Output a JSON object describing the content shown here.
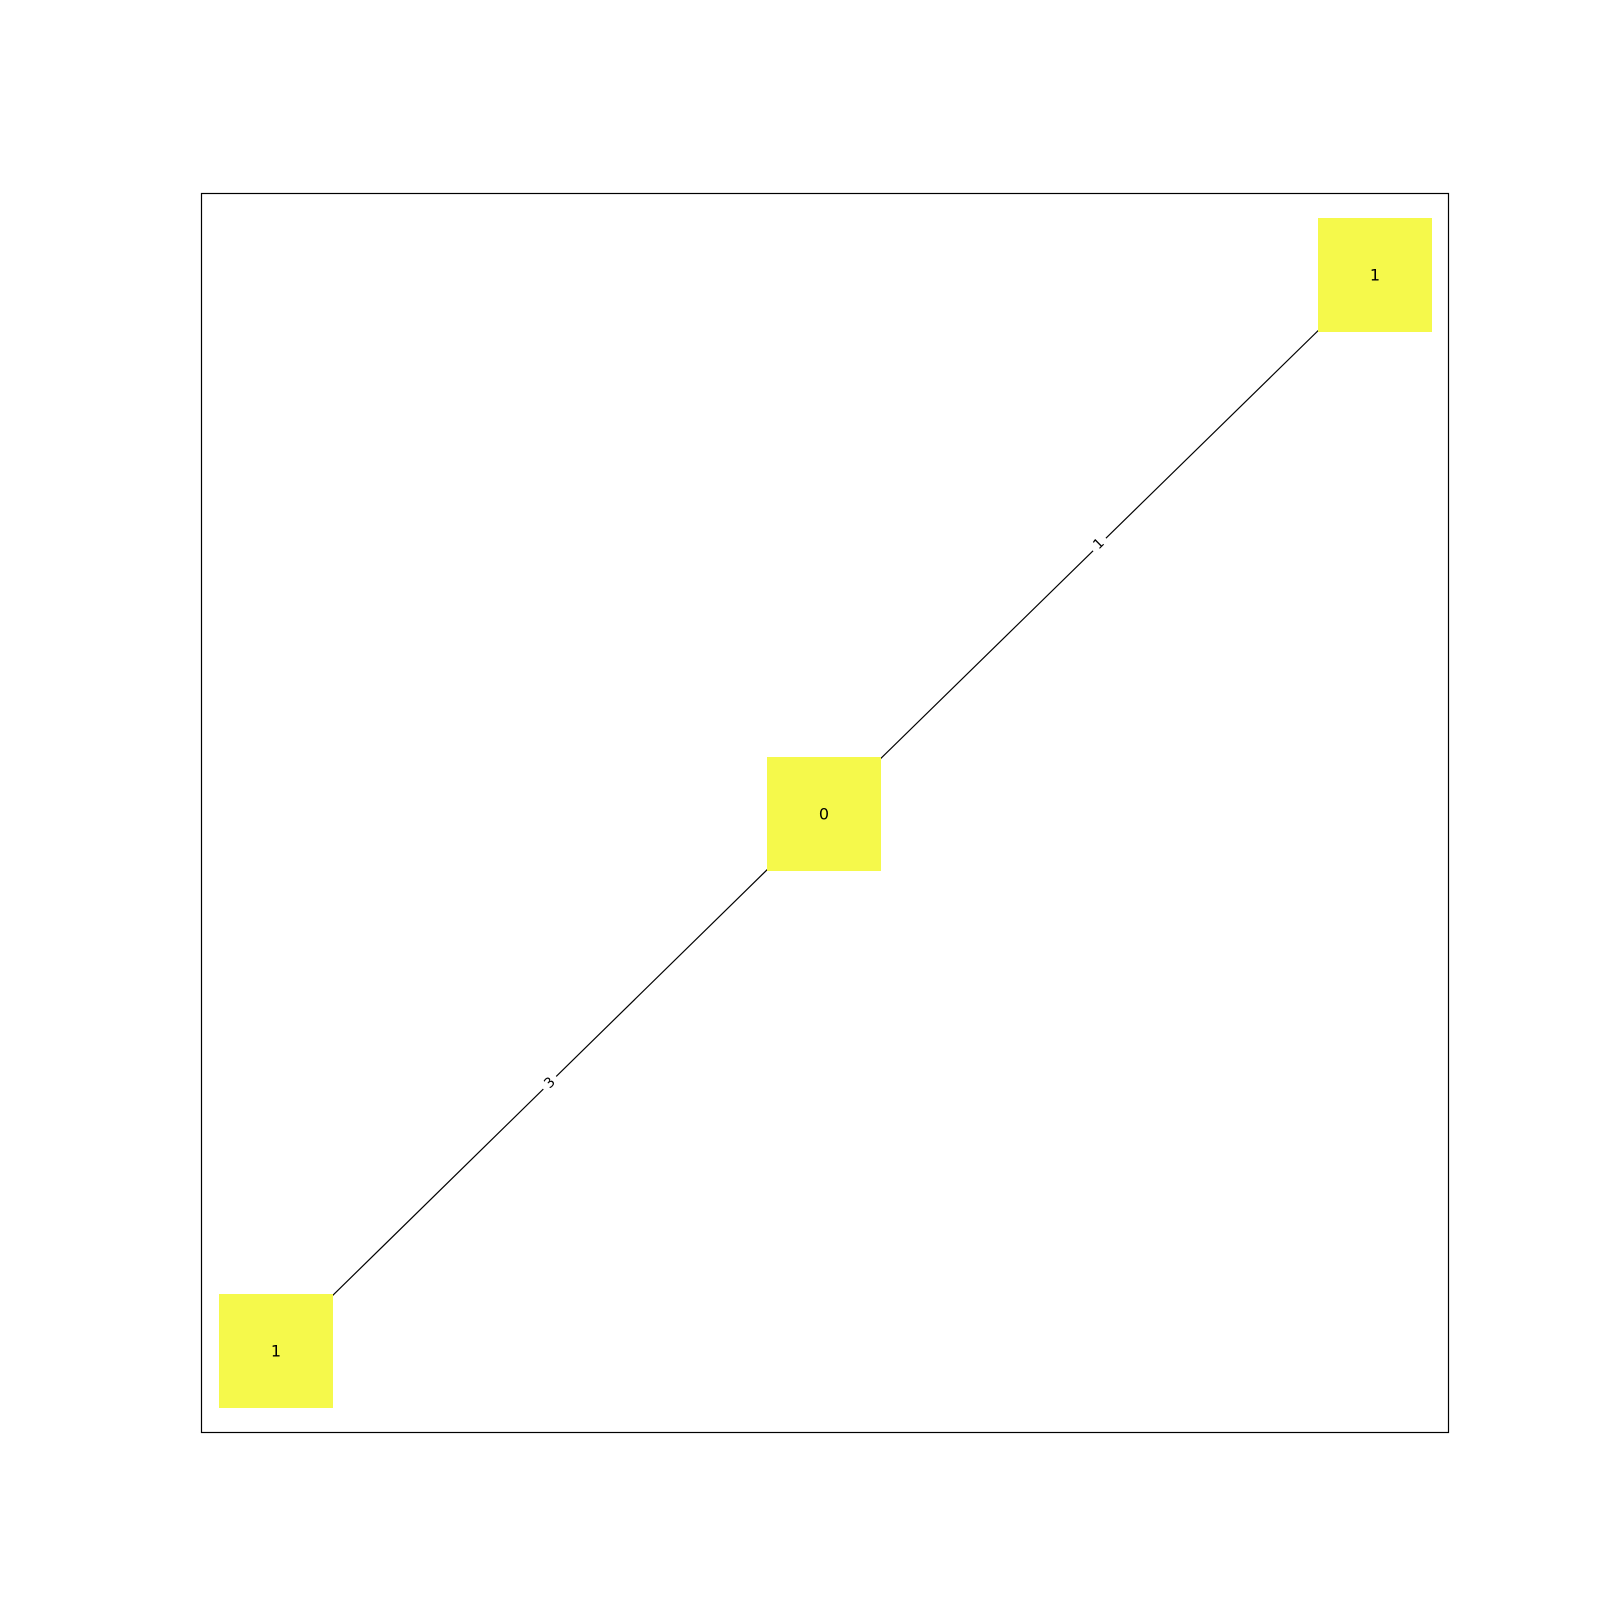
{
  "graph": {
    "node_color": "#f5f94b",
    "edge_color": "#000000",
    "frame_color": "#000000",
    "nodes": [
      {
        "id": "center",
        "label": "0"
      },
      {
        "id": "top-right",
        "label": "1"
      },
      {
        "id": "bottom-left",
        "label": "1"
      }
    ],
    "edges": [
      {
        "from": "center",
        "to": "top-right",
        "label": "1"
      },
      {
        "from": "center",
        "to": "bottom-left",
        "label": "3"
      }
    ]
  }
}
